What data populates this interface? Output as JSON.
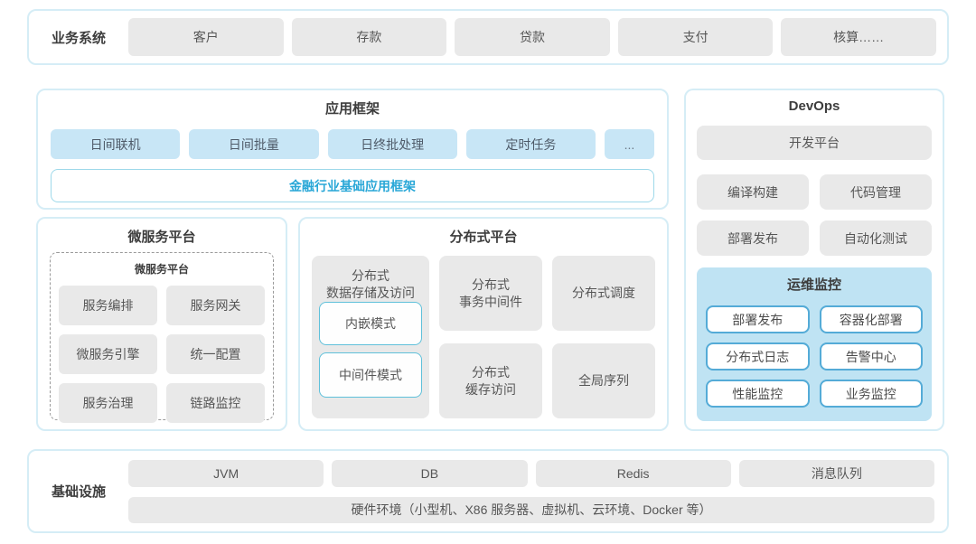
{
  "business": {
    "label": "业务系统",
    "items": [
      "客户",
      "存款",
      "贷款",
      "支付",
      "核算……"
    ]
  },
  "app_framework": {
    "title": "应用框架",
    "items": [
      "日间联机",
      "日间批量",
      "日终批处理",
      "定时任务",
      "..."
    ],
    "base_framework": "金融行业基础应用框架"
  },
  "microservice": {
    "title": "微服务平台",
    "inner_title": "微服务平台",
    "items": [
      "服务编排",
      "服务网关",
      "微服务引擎",
      "统一配置",
      "服务治理",
      "链路监控"
    ]
  },
  "distributed": {
    "title": "分布式平台",
    "storage": {
      "title": "分布式\n数据存储及访问",
      "modes": [
        "内嵌模式",
        "中间件模式"
      ]
    },
    "col2": [
      "分布式\n事务中间件",
      "分布式\n缓存访问"
    ],
    "col3": [
      "分布式调度",
      "全局序列"
    ]
  },
  "devops": {
    "title": "DevOps",
    "platform": "开发平台",
    "items": [
      "编译构建",
      "代码管理",
      "部署发布",
      "自动化测试"
    ],
    "monitor": {
      "title": "运维监控",
      "items": [
        "部署发布",
        "容器化部署",
        "分布式日志",
        "告警中心",
        "性能监控",
        "业务监控"
      ]
    }
  },
  "infrastructure": {
    "label": "基础设施",
    "items": [
      "JVM",
      "DB",
      "Redis",
      "消息队列"
    ],
    "hardware": "硬件环境（小型机、X86 服务器、虚拟机、云环境、Docker 等）"
  },
  "colors": {
    "accent_cyan_text": "#29a7d7",
    "light_blue_box": "#c8e6f6",
    "monitor_panel_bg": "#bfe3f3",
    "monitor_box_border": "#54abd7",
    "panel_border": "#d5edf6",
    "gray_box": "#e9e9e9"
  }
}
